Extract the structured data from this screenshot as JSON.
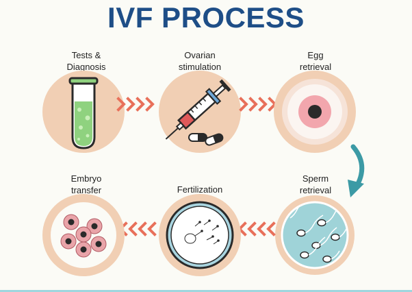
{
  "title": "IVF PROCESS",
  "steps": [
    {
      "label_line1": "Tests &",
      "label_line2": "Diagnosis"
    },
    {
      "label_line1": "Ovarian",
      "label_line2": "stimulation"
    },
    {
      "label_line1": "Egg",
      "label_line2": "retrieval"
    },
    {
      "label_line1": "Sperm",
      "label_line2": "retrieval"
    },
    {
      "label_line1": "Fertilization",
      "label_line2": ""
    },
    {
      "label_line1": "Embryo",
      "label_line2": "transfer"
    }
  ],
  "colors": {
    "title": "#1e4e87",
    "circle": "#f1cfb4",
    "arrow": "#e8705a",
    "curved_arrow": "#3c9aa5",
    "liquid": "#8fd27f",
    "sperm_bg": "#9fd3d8"
  }
}
